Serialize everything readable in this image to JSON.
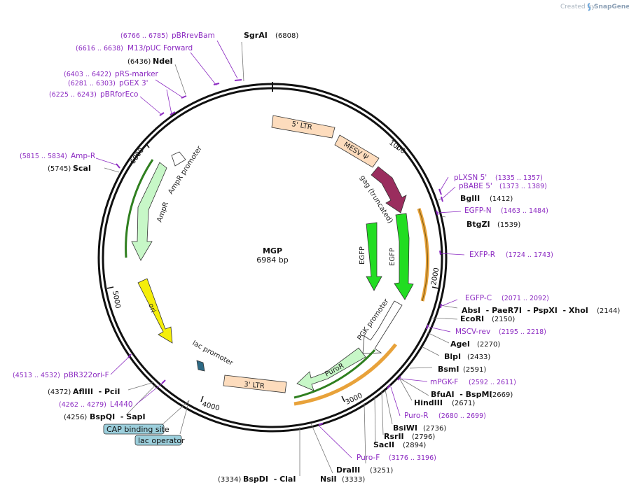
{
  "credit": {
    "prefix": "Created by",
    "brand": "SnapGene"
  },
  "plasmid": {
    "name": "MGP",
    "length": "6984 bp"
  },
  "ticks": [
    "1000",
    "2000",
    "3000",
    "4000",
    "5000",
    "6000"
  ],
  "features": {
    "ltr5": "5' LTR",
    "mesv": "MESV Ψ",
    "gag": "gag (truncated)",
    "egfp_inner": "EGFP",
    "egfp_outer": "EGFP",
    "pgk": "PGK promoter",
    "puro": "PuroR",
    "ltr3": "3' LTR",
    "lac": "lac promoter",
    "ori": "ori",
    "ampr": "AmpR",
    "ampr_prom": "AmpR promoter"
  },
  "primers_left": [
    {
      "pos": "(6766 .. 6785)",
      "name": "pBRrevBam"
    },
    {
      "pos": "(6616 .. 6638)",
      "name": "M13/pUC Forward"
    },
    {
      "pos": "(6403 .. 6422)",
      "name": "pRS-marker"
    },
    {
      "pos": "(6281 .. 6303)",
      "name": "pGEX 3'"
    },
    {
      "pos": "(6225 .. 6243)",
      "name": "pBRforEco"
    },
    {
      "pos": "(5815 .. 5834)",
      "name": "Amp-R"
    },
    {
      "pos": "(4513 .. 4532)",
      "name": "pBR322ori-F"
    },
    {
      "pos": "(4262 .. 4279)",
      "name": "L4440"
    }
  ],
  "primers_right": [
    {
      "name": "pLXSN 5'",
      "pos": "(1335 .. 1357)"
    },
    {
      "name": "pBABE 5'",
      "pos": "(1373 .. 1389)"
    },
    {
      "name": "EGFP-N",
      "pos": "(1463 .. 1484)"
    },
    {
      "name": "EXFP-R",
      "pos": "(1724 .. 1743)"
    },
    {
      "name": "EGFP-C",
      "pos": "(2071 .. 2092)"
    },
    {
      "name": "MSCV-rev",
      "pos": "(2195 .. 2218)"
    },
    {
      "name": "mPGK-F",
      "pos": "(2592 .. 2611)"
    },
    {
      "name": "Puro-R",
      "pos": "(2680 .. 2699)"
    },
    {
      "name": "Puro-F",
      "pos": "(3176 .. 3196)"
    }
  ],
  "sites": {
    "sgrai": {
      "name": "SgrAI",
      "pos": "(6808)"
    },
    "ndei": {
      "name": "NdeI",
      "pos": "(6436)"
    },
    "scai": {
      "name": "ScaI",
      "pos": "(5745)"
    },
    "bglii": {
      "name": "BglII",
      "pos": "(1412)"
    },
    "btgzi": {
      "name": "BtgZI",
      "pos": "(1539)"
    },
    "absi_group": {
      "names": "AbsI  - PaeR7I  - PspXI  - XhoI",
      "pos": "(2144)"
    },
    "ecori": {
      "name": "EcoRI",
      "pos": "(2150)"
    },
    "agei": {
      "name": "AgeI",
      "pos": "(2270)"
    },
    "blpi": {
      "name": "BlpI",
      "pos": "(2433)"
    },
    "bsmi": {
      "name": "BsmI",
      "pos": "(2591)"
    },
    "bfuai_group": {
      "names": "BfuAI  - BspMI",
      "pos": "(2669)"
    },
    "hindiii": {
      "name": "HindIII",
      "pos": "(2671)"
    },
    "bsiwi": {
      "name": "BsiWI",
      "pos": "(2736)"
    },
    "rsrii": {
      "name": "RsrII",
      "pos": "(2796)"
    },
    "sacii": {
      "name": "SacII",
      "pos": "(2894)"
    },
    "draiii": {
      "name": "DraIII",
      "pos": "(3251)"
    },
    "nsii": {
      "name": "NsiI",
      "pos": "(3333)"
    },
    "bspdi_group": {
      "pos": "(3334)",
      "names": "BspDI  - ClaI"
    },
    "afliii_group": {
      "pos": "(4372)",
      "names": "AflIII  - PciI"
    },
    "bspqi_group": {
      "pos": "(4256)",
      "names": "BspQI  - SapI"
    }
  },
  "boxes": {
    "cap": "CAP binding site",
    "lacop": "lac operator"
  }
}
